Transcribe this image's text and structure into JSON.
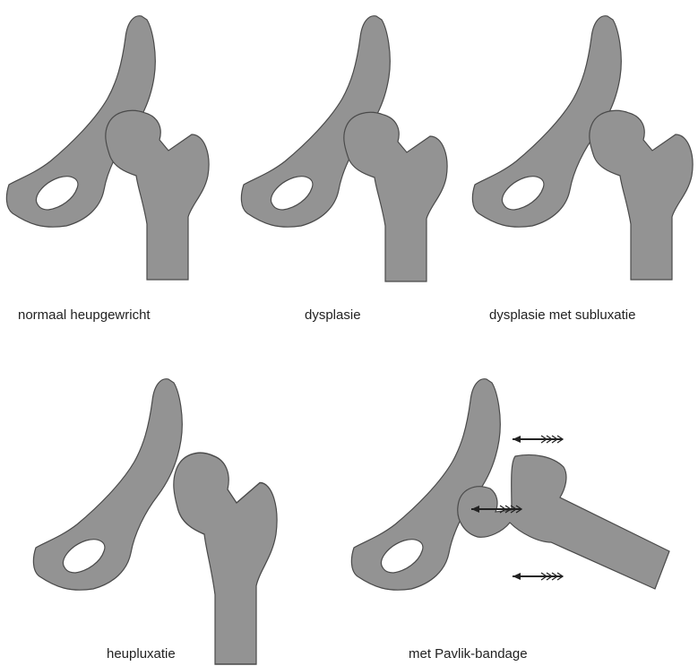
{
  "colors": {
    "bone": "#939393",
    "outline": "#4a4a4a",
    "arrow": "#222222",
    "background": "#ffffff"
  },
  "icons": [
    "pelvis-shape",
    "femur-shape",
    "arrow-left-icon"
  ],
  "panels": [
    {
      "caption": "normaal heupgewricht"
    },
    {
      "caption": "dysplasie"
    },
    {
      "caption": "dysplasie met subluxatie"
    },
    {
      "caption": "heupluxatie"
    },
    {
      "caption": "met Pavlik-bandage"
    }
  ]
}
